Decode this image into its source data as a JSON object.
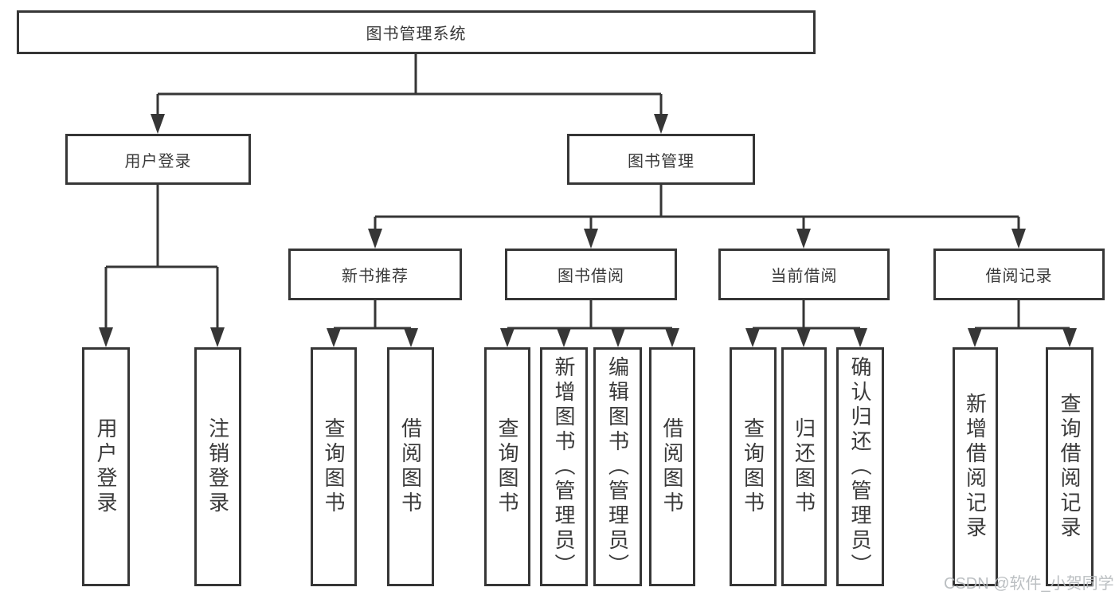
{
  "tree": {
    "label": "图书管理系统",
    "children": [
      {
        "label": "用户登录",
        "children": [
          {
            "label": "用户登录"
          },
          {
            "label": "注销登录"
          }
        ]
      },
      {
        "label": "图书管理",
        "children": [
          {
            "label": "新书推荐",
            "children": [
              {
                "label": "查询图书"
              },
              {
                "label": "借阅图书"
              }
            ]
          },
          {
            "label": "图书借阅",
            "children": [
              {
                "label": "查询图书"
              },
              {
                "label": "新增图书（管理员）"
              },
              {
                "label": "编辑图书（管理员）"
              },
              {
                "label": "借阅图书"
              }
            ]
          },
          {
            "label": "当前借阅",
            "children": [
              {
                "label": "查询图书"
              },
              {
                "label": "归还图书"
              },
              {
                "label": "确认归还（管理员）"
              }
            ]
          },
          {
            "label": "借阅记录",
            "children": [
              {
                "label": "新增借阅记录"
              },
              {
                "label": "查询借阅记录"
              }
            ]
          }
        ]
      }
    ]
  },
  "watermark": {
    "text": "CSDN @软件_小贺同学"
  },
  "colors": {
    "line": "#363636",
    "box_border": "#363636",
    "box_fill": "#ffffff",
    "text": "#3a3a3a",
    "watermark": "#b6babd"
  }
}
